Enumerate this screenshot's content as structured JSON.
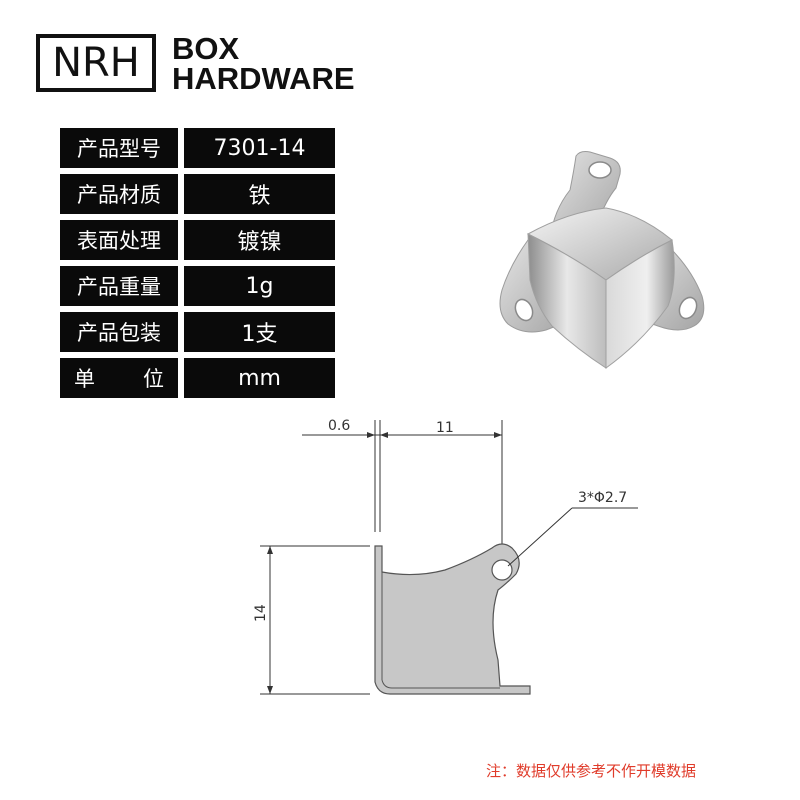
{
  "brand": {
    "mark": "NRH",
    "line1": "BOX",
    "line2": "HARDWARE"
  },
  "specs": [
    {
      "key": "产品型号",
      "value": "7301-14"
    },
    {
      "key": "产品材质",
      "value": "铁"
    },
    {
      "key": "表面处理",
      "value": "镀镍"
    },
    {
      "key": "产品重量",
      "value": "1g"
    },
    {
      "key": "产品包装",
      "value": "1支"
    },
    {
      "key_a": "单",
      "key_b": "位",
      "value": "mm"
    }
  ],
  "drawing": {
    "dim_thickness": "0.6",
    "dim_width": "11",
    "dim_height": "14",
    "dim_hole": "3*Φ2.7"
  },
  "footer_note": "注：数据仅供参考不作开模数据",
  "colors": {
    "table_bg": "#0a0a0a",
    "note": "#e03b2a",
    "part_fill": "#c7c7c7"
  }
}
